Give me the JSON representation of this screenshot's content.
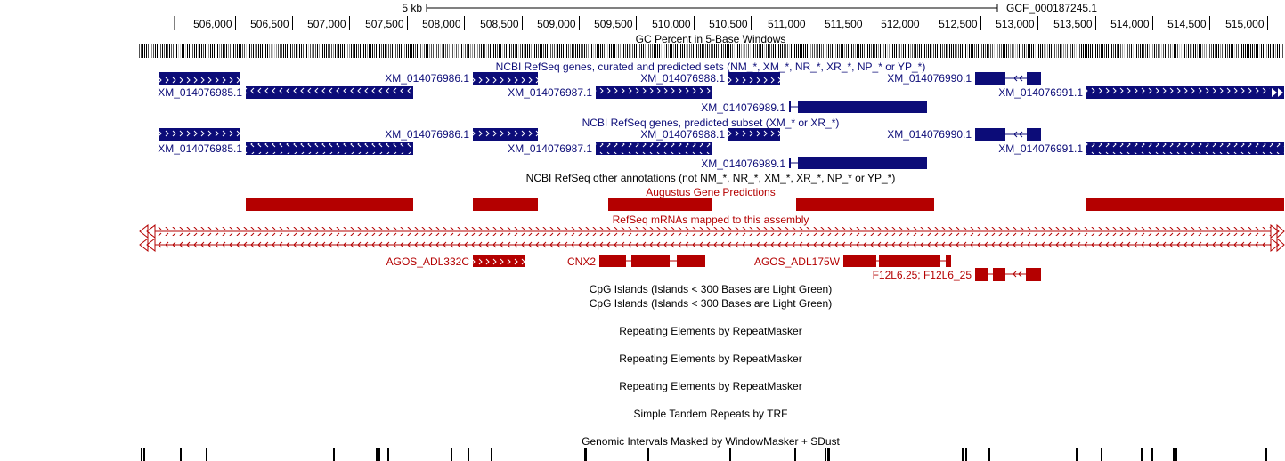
{
  "scale": {
    "bar_label": "5 kb",
    "assembly": "GCF_000187245.1",
    "ticks": [
      "506,000",
      "506,500",
      "507,000",
      "507,500",
      "508,000",
      "508,500",
      "509,000",
      "509,500",
      "510,000",
      "510,500",
      "511,000",
      "511,500",
      "512,000",
      "512,500",
      "513,000",
      "513,500",
      "514,000",
      "514,500",
      "515,000"
    ]
  },
  "tracks": {
    "gc_percent": "GC Percent in 5-Base Windows",
    "refseq_curated": "NCBI RefSeq genes, curated and predicted sets (NM_*, XM_*, NR_*, XR_*, NP_* or YP_*)",
    "refseq_predicted": "NCBI RefSeq genes, predicted subset (XM_* or XR_*)",
    "refseq_other": "NCBI RefSeq other annotations (not NM_*, NR_*, XM_*, XR_*, NP_* or YP_*)",
    "augustus": "Augustus Gene Predictions",
    "refseq_mrna": "RefSeq mRNAs mapped to this assembly",
    "cpg1": "CpG Islands (Islands < 300 Bases are Light Green)",
    "cpg2": "CpG Islands (Islands < 300 Bases are Light Green)",
    "repeat1": "Repeating Elements by RepeatMasker",
    "repeat2": "Repeating Elements by RepeatMasker",
    "repeat3": "Repeating Elements by RepeatMasker",
    "trf": "Simple Tandem Repeats by TRF",
    "windowmasker": "Genomic Intervals Masked by WindowMasker + SDust"
  },
  "genes": {
    "g985": "XM_014076985.1",
    "g986": "XM_014076986.1",
    "g987": "XM_014076987.1",
    "g988": "XM_014076988.1",
    "g989": "XM_014076989.1",
    "g990": "XM_014076990.1",
    "g991": "XM_014076991.1"
  },
  "mrna_genes": {
    "adl332c": "AGOS_ADL332C",
    "cnx2": "CNX2",
    "adl175w": "AGOS_ADL175W",
    "f12l6": "F12L6.25; F12L6_25"
  },
  "colors": {
    "refseq": "#0c0c78",
    "mrna": "#b40000",
    "text": "#000000"
  }
}
